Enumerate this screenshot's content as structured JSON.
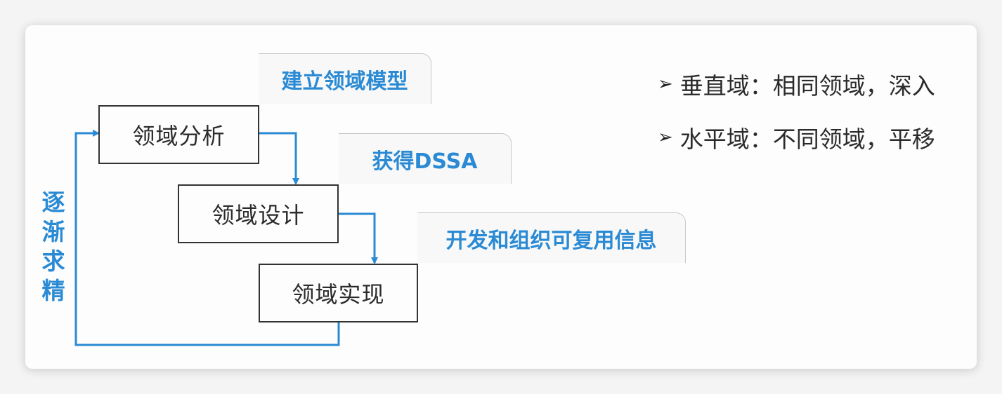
{
  "steps": {
    "analysis": "领域分析",
    "design": "领域设计",
    "implementation": "领域实现"
  },
  "tags": {
    "model": "建立领域模型",
    "dssa": "获得DSSA",
    "reuse": "开发和组织可复用信息"
  },
  "feedback_label": "逐渐求精",
  "bullets": [
    {
      "marker": "➢",
      "text": "垂直域：相同领域，深入"
    },
    {
      "marker": "➢",
      "text": "水平域：不同领域，平移"
    }
  ],
  "colors": {
    "accent": "#2a8ad4",
    "box_border": "#333333"
  }
}
